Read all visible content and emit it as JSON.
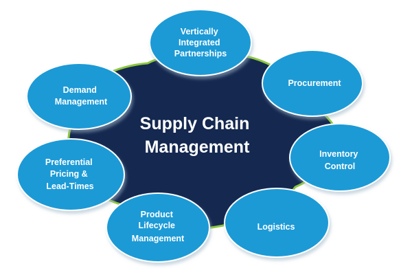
{
  "colors": {
    "background": "#ffffff",
    "hub_fill": "#142850",
    "hub_outline": "#8cc63f",
    "node_fill": "#1a9ad6",
    "node_edge": "#ffffff",
    "node_shadow": "#9fb6c6",
    "text_light": "#ffffff"
  },
  "hub": {
    "lines": [
      "Supply Chain",
      "Management"
    ]
  },
  "nodes": [
    {
      "key": "vertically-integrated-partnerships",
      "lines": [
        "Vertically",
        "Integrated",
        "Partnerships"
      ]
    },
    {
      "key": "procurement",
      "lines": [
        "Procurement"
      ]
    },
    {
      "key": "inventory-control",
      "lines": [
        "Inventory",
        "Control"
      ]
    },
    {
      "key": "logistics",
      "lines": [
        "Logistics"
      ]
    },
    {
      "key": "product-lifecycle-management",
      "lines": [
        "Product",
        "Lifecycle",
        "Management"
      ]
    },
    {
      "key": "preferential-pricing-lead-times",
      "lines": [
        "Preferential",
        "Pricing &",
        "Lead-Times"
      ]
    },
    {
      "key": "demand-management",
      "lines": [
        "Demand",
        "Management"
      ]
    }
  ]
}
